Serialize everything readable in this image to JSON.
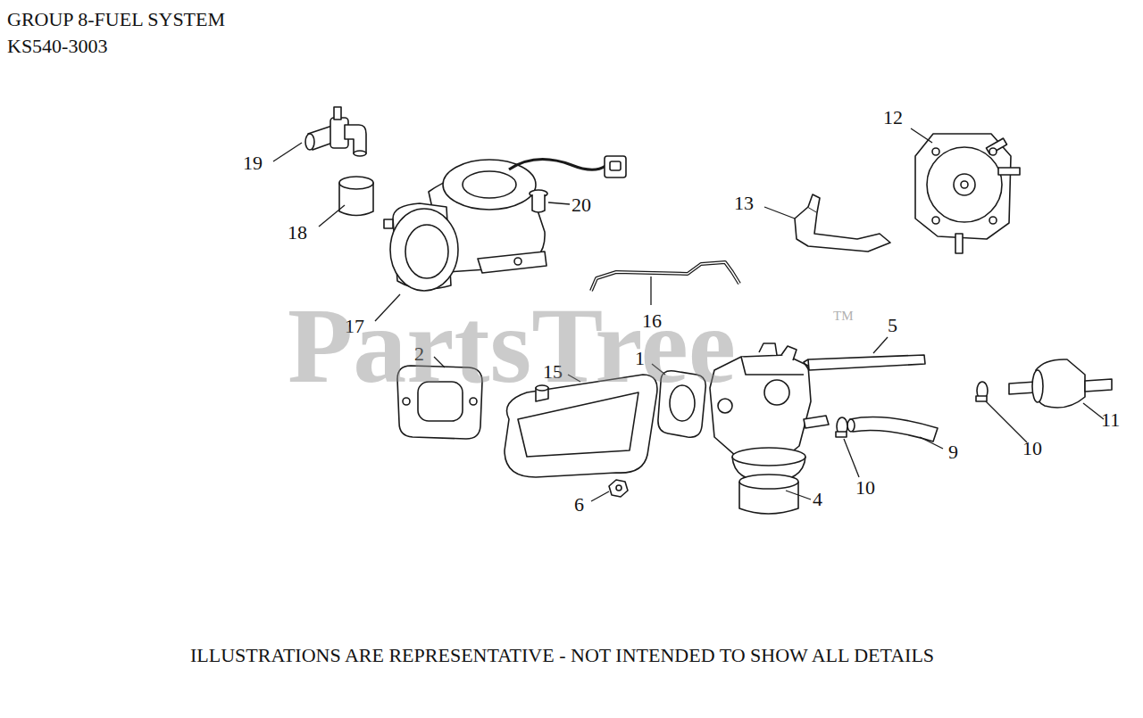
{
  "diagram": {
    "title": "GROUP 8-FUEL SYSTEM",
    "caption": "ILLUSTRATIONS ARE REPRESENTATIVE - NOT INTENDED TO SHOW ALL DETAILS",
    "labels": [
      "KS540-3003",
      "12",
      "19",
      "20",
      "18",
      "13",
      "17",
      "16",
      "5",
      "2",
      "1",
      "15",
      "11",
      "10",
      "9",
      "10",
      "6",
      "4",
      "PartsTree",
      "TM"
    ]
  }
}
